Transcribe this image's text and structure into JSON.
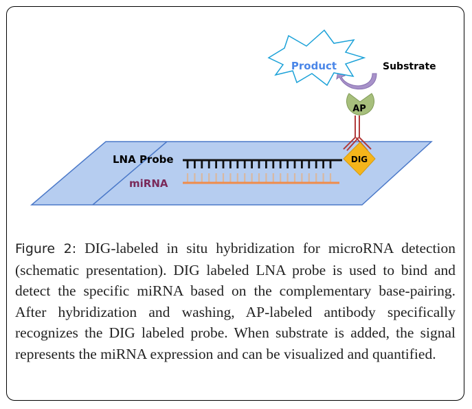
{
  "diagram": {
    "labels": {
      "product": "Product",
      "substrate": "Substrate",
      "ap": "AP",
      "dig": "DIG",
      "lna_probe": "LNA Probe",
      "mirna": "miRNA"
    },
    "colors": {
      "slide_fill": "#b6cdf0",
      "slide_stroke": "#4a78c8",
      "probe": "#111111",
      "mirna": "#f08c4a",
      "dig_fill": "#f5b51b",
      "ap_fill": "#a7bf7c",
      "antibody": "#b03a3a",
      "product_text": "#4a86e8",
      "product_burst_stroke": "#1aa1d8",
      "substrate_arrow": "#a892c9"
    }
  },
  "caption": {
    "figure_label": "Figure 2:",
    "text": " DIG-labeled in situ hybridization for microRNA detection (schematic presentation). DIG labeled LNA probe is used to bind and detect the specific miRNA based on the complementary base-pairing. After hybridization and washing, AP-labeled antibody specifically recognizes the DIG labeled probe. When substrate is added, the signal represents the miRNA expression and can be visualized and quantified."
  }
}
